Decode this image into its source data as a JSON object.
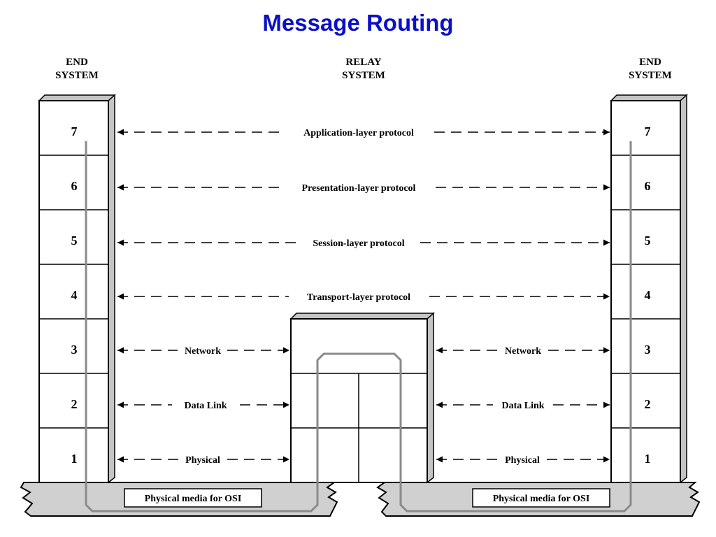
{
  "title": "Message Routing",
  "headers": {
    "left": [
      "END",
      "SYSTEM"
    ],
    "center": [
      "RELAY",
      "SYSTEM"
    ],
    "right": [
      "END",
      "SYSTEM"
    ]
  },
  "layer_numbers": [
    "7",
    "6",
    "5",
    "4",
    "3",
    "2",
    "1"
  ],
  "protocols": {
    "application": "Application-layer protocol",
    "presentation": "Presentation-layer protocol",
    "session": "Session-layer protocol",
    "transport": "Transport-layer protocol",
    "network": "Network",
    "data_link": "Data Link",
    "physical": "Physical"
  },
  "media_label": "Physical media for OSI",
  "colors": {
    "title": "#0b11c8",
    "shadow": "#c4c4c4",
    "media": "#d0d0d0",
    "path": "#8a8a8a"
  }
}
